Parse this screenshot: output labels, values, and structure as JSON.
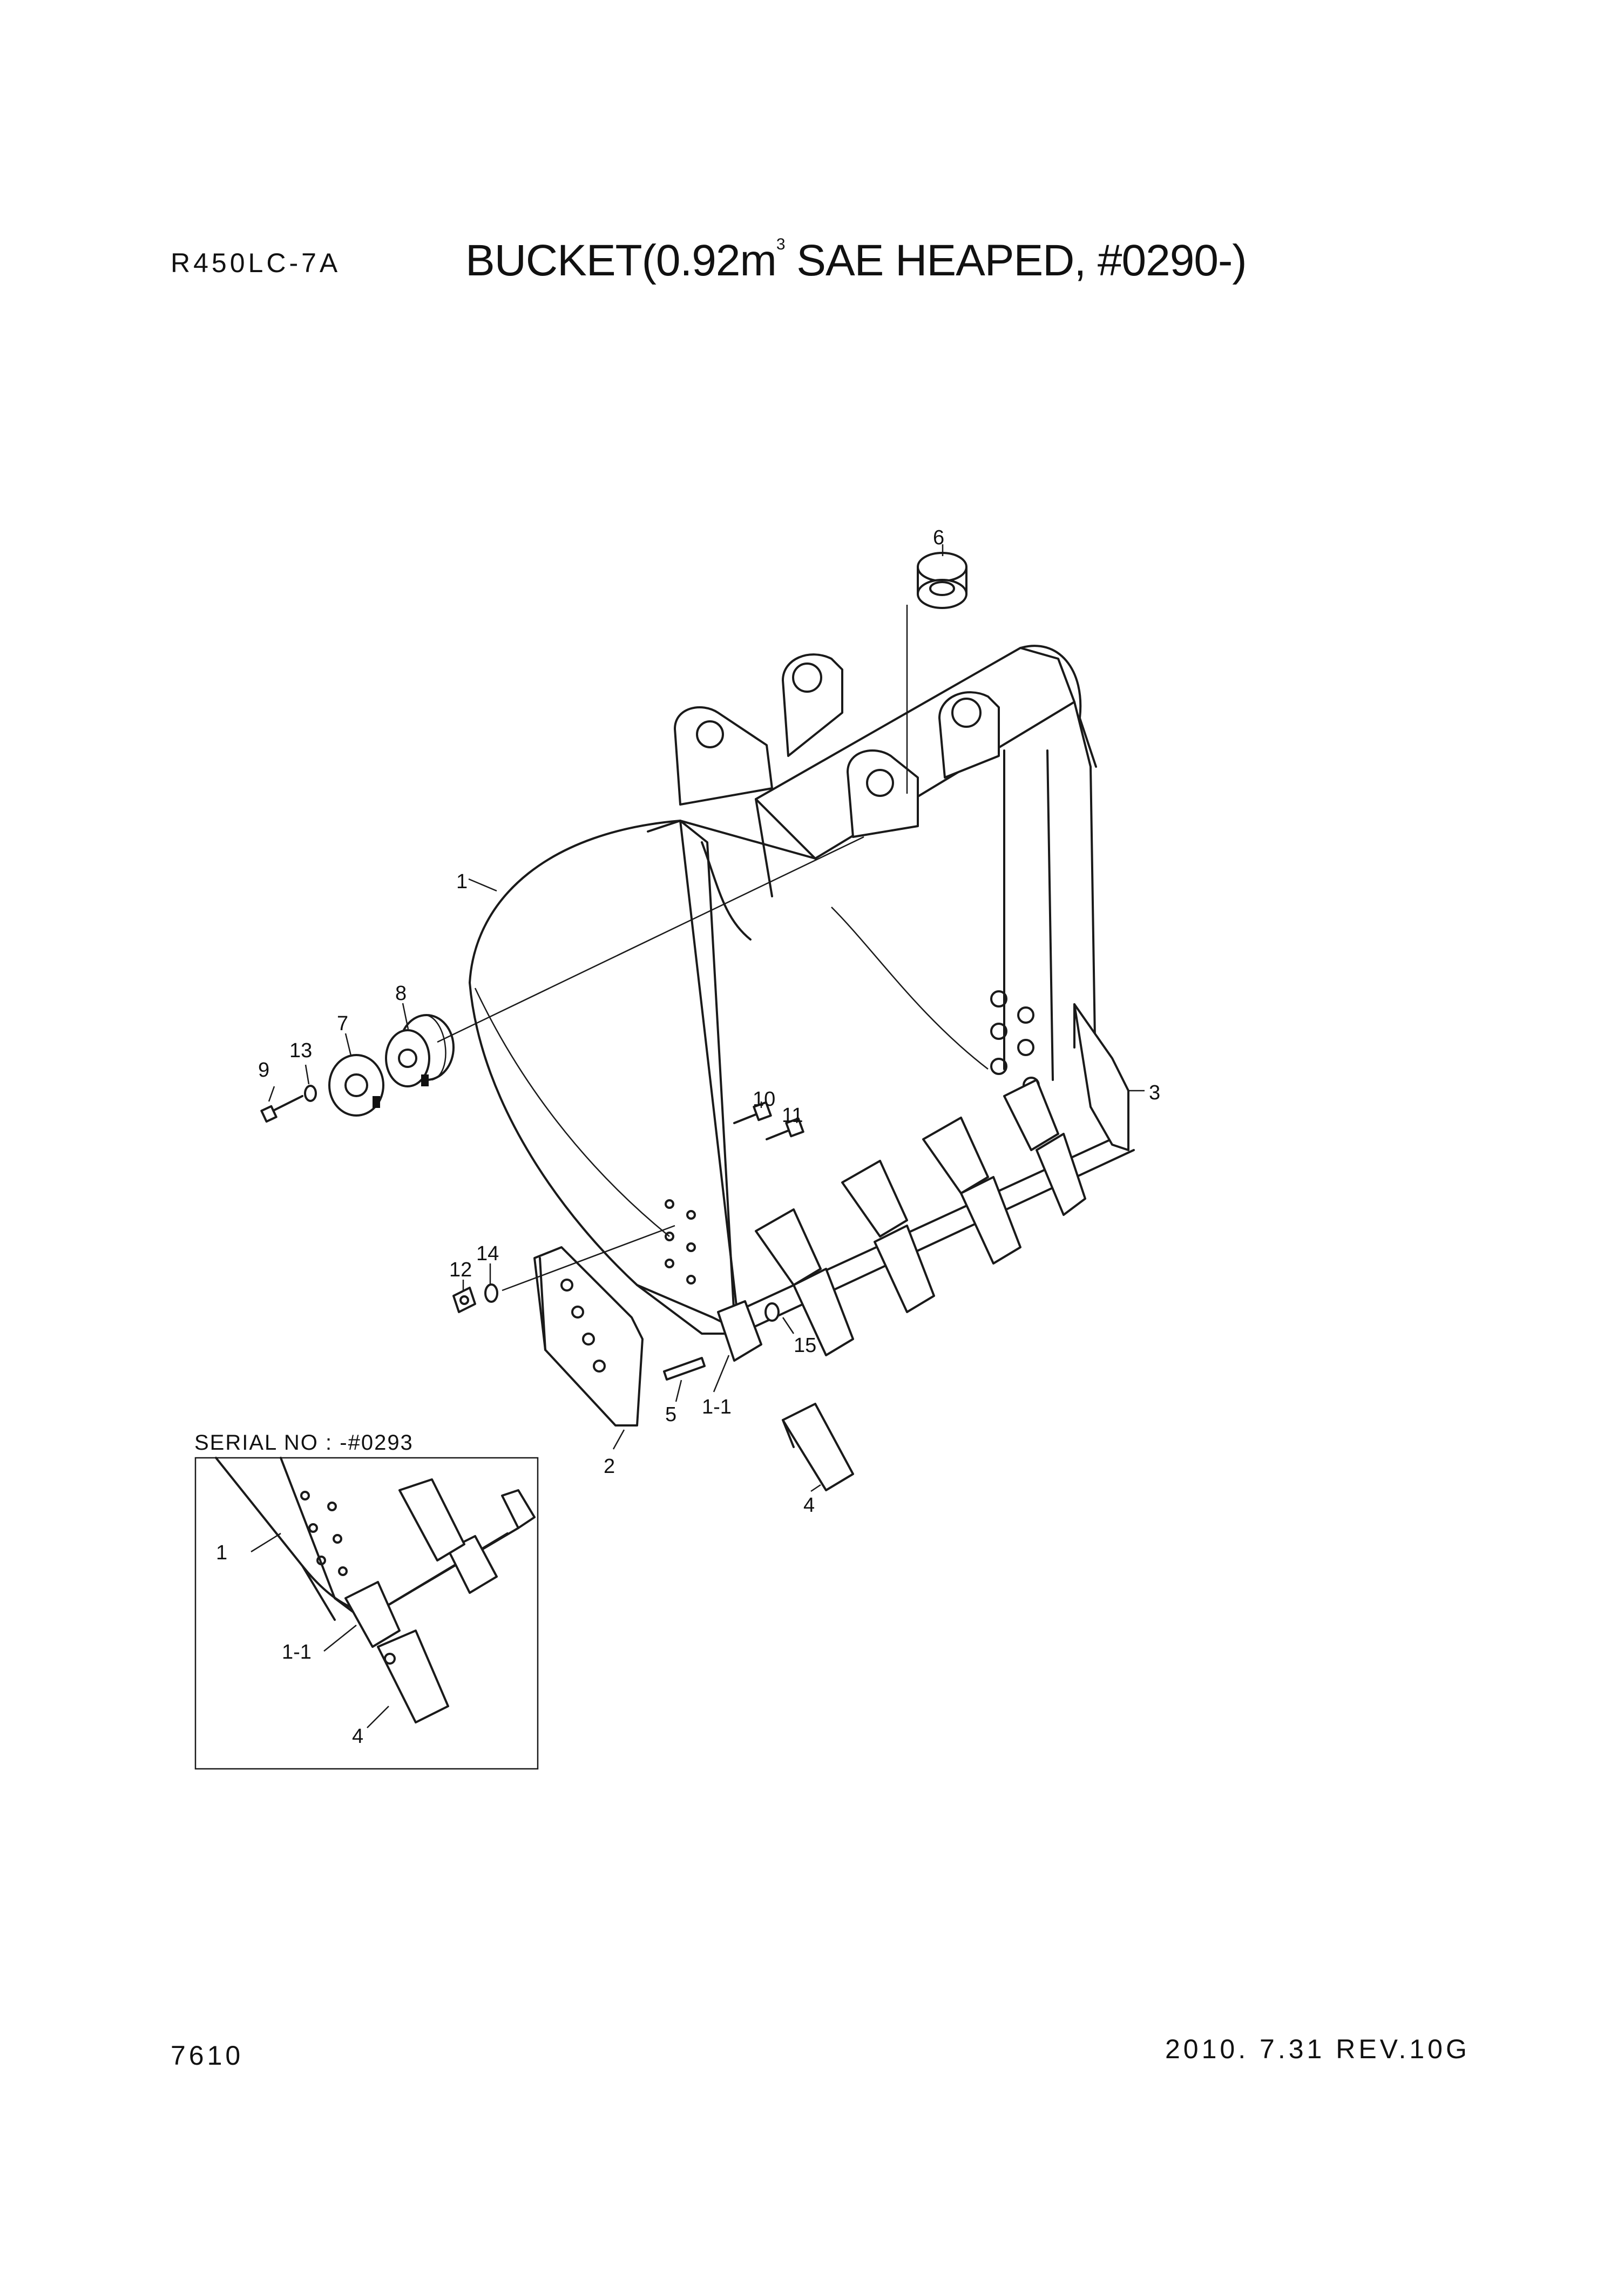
{
  "header": {
    "model": "R450LC-7A",
    "title_main": "BUCKET(0.92m",
    "title_sup": "3",
    "title_rest": " SAE HEAPED, #0290-)"
  },
  "footer": {
    "page_number": "7610",
    "revision": "2010. 7.31  REV.10G"
  },
  "inset": {
    "serial_label": "SERIAL NO : -#0293",
    "callouts": [
      "1",
      "1-1",
      "4"
    ]
  },
  "callouts": {
    "c1": "1",
    "c1_1": "1-1",
    "c2": "2",
    "c3": "3",
    "c4": "4",
    "c5": "5",
    "c6": "6",
    "c7": "7",
    "c8": "8",
    "c9": "9",
    "c10": "10",
    "c11": "11",
    "c12": "12",
    "c13": "13",
    "c14": "14",
    "c15": "15"
  }
}
